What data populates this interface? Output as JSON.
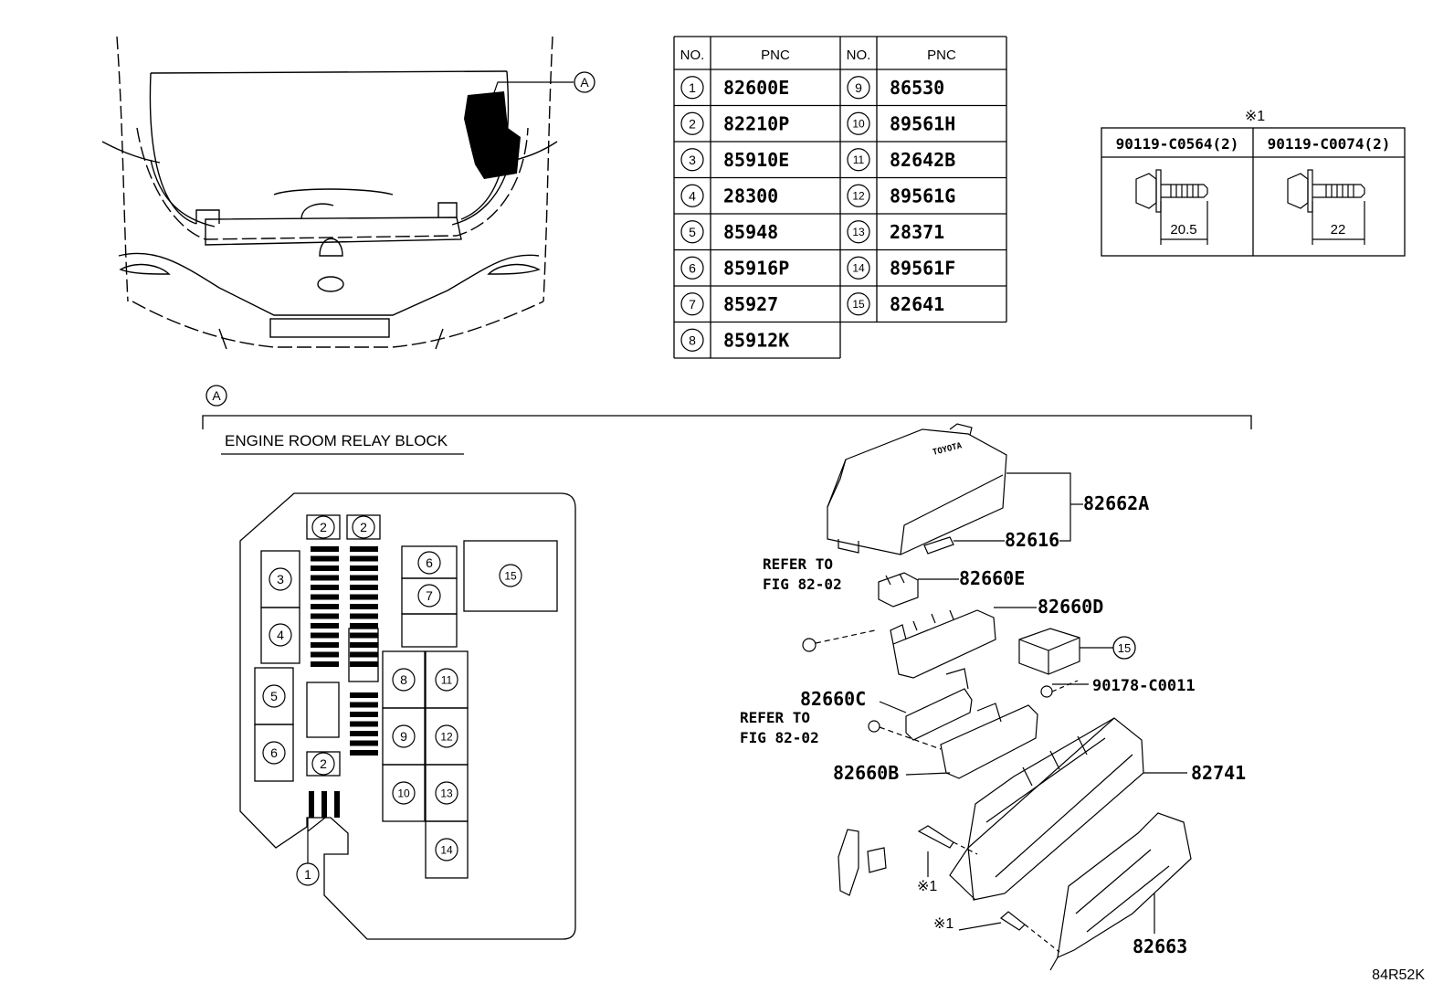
{
  "marker_a": "A",
  "section_title": "ENGINE ROOM RELAY BLOCK",
  "pnc_table": {
    "col_no": "NO.",
    "col_pnc": "PNC",
    "rows": [
      {
        "no": "1",
        "pnc": "82600E"
      },
      {
        "no": "2",
        "pnc": "82210P"
      },
      {
        "no": "3",
        "pnc": "85910E"
      },
      {
        "no": "4",
        "pnc": "28300"
      },
      {
        "no": "5",
        "pnc": "85948"
      },
      {
        "no": "6",
        "pnc": "85916P"
      },
      {
        "no": "7",
        "pnc": "85927"
      },
      {
        "no": "8",
        "pnc": "85912K"
      },
      {
        "no": "9",
        "pnc": "86530"
      },
      {
        "no": "10",
        "pnc": "89561H"
      },
      {
        "no": "11",
        "pnc": "82642B"
      },
      {
        "no": "12",
        "pnc": "89561G"
      },
      {
        "no": "13",
        "pnc": "28371"
      },
      {
        "no": "14",
        "pnc": "89561F"
      },
      {
        "no": "15",
        "pnc": "82641"
      }
    ]
  },
  "bolt_table": {
    "note": "※1",
    "cols": [
      {
        "part": "90119-C0564(2)",
        "length": "20.5"
      },
      {
        "part": "90119-C0074(2)",
        "length": "22"
      }
    ]
  },
  "relay_block": {
    "slots": [
      "1",
      "2",
      "3",
      "4",
      "5",
      "6",
      "7",
      "8",
      "9",
      "10",
      "11",
      "12",
      "13",
      "14",
      "15"
    ]
  },
  "exploded": {
    "labels": {
      "cover": "82662A",
      "clip": "82616",
      "blk_e": "82660E",
      "blk_d": "82660D",
      "blk_c": "82660C",
      "blk_b": "82660B",
      "housing": "82741",
      "lower": "82663",
      "nut": "90178-C0011",
      "refer1a": "REFER TO",
      "refer1b": "FIG 82-02",
      "refer2a": "REFER TO",
      "refer2b": "FIG 82-02",
      "bolt1": "※1",
      "bolt2": "※1",
      "item15": "15"
    }
  },
  "figure_code": "84R52K"
}
